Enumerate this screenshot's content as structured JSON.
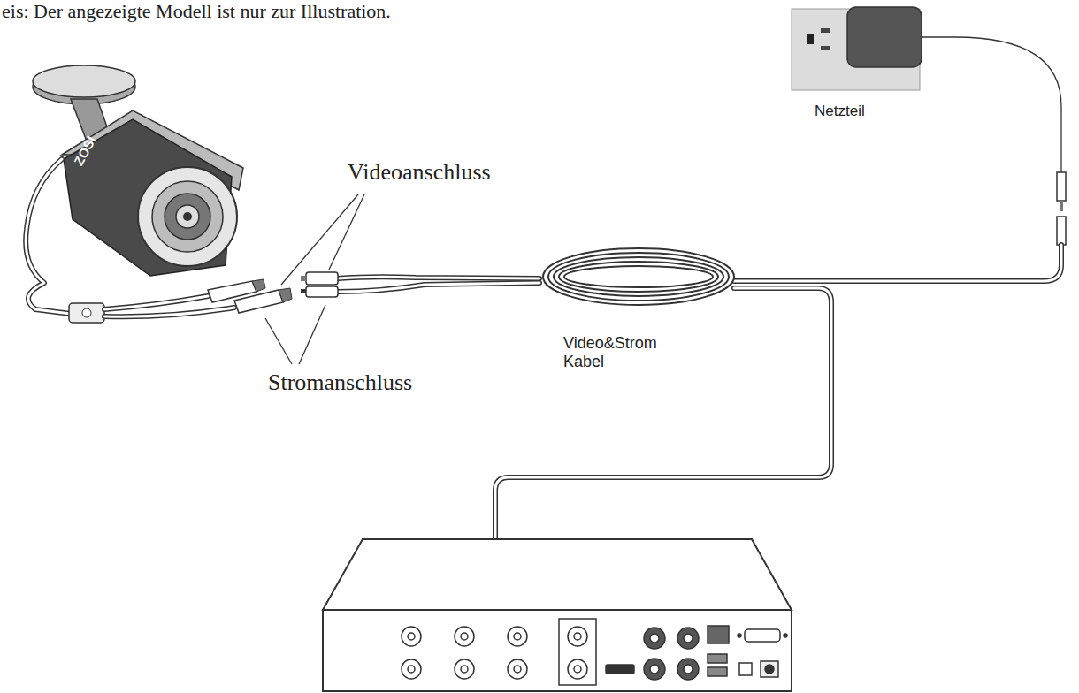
{
  "diagram": {
    "labels": [
      "eis: Der angezeigte Modell ist nur zur Illustration.",
      "ZOSI",
      "Videoanschluss",
      "Stromanschluss",
      "Netzteil",
      "Video&Strom Kabel"
    ]
  }
}
